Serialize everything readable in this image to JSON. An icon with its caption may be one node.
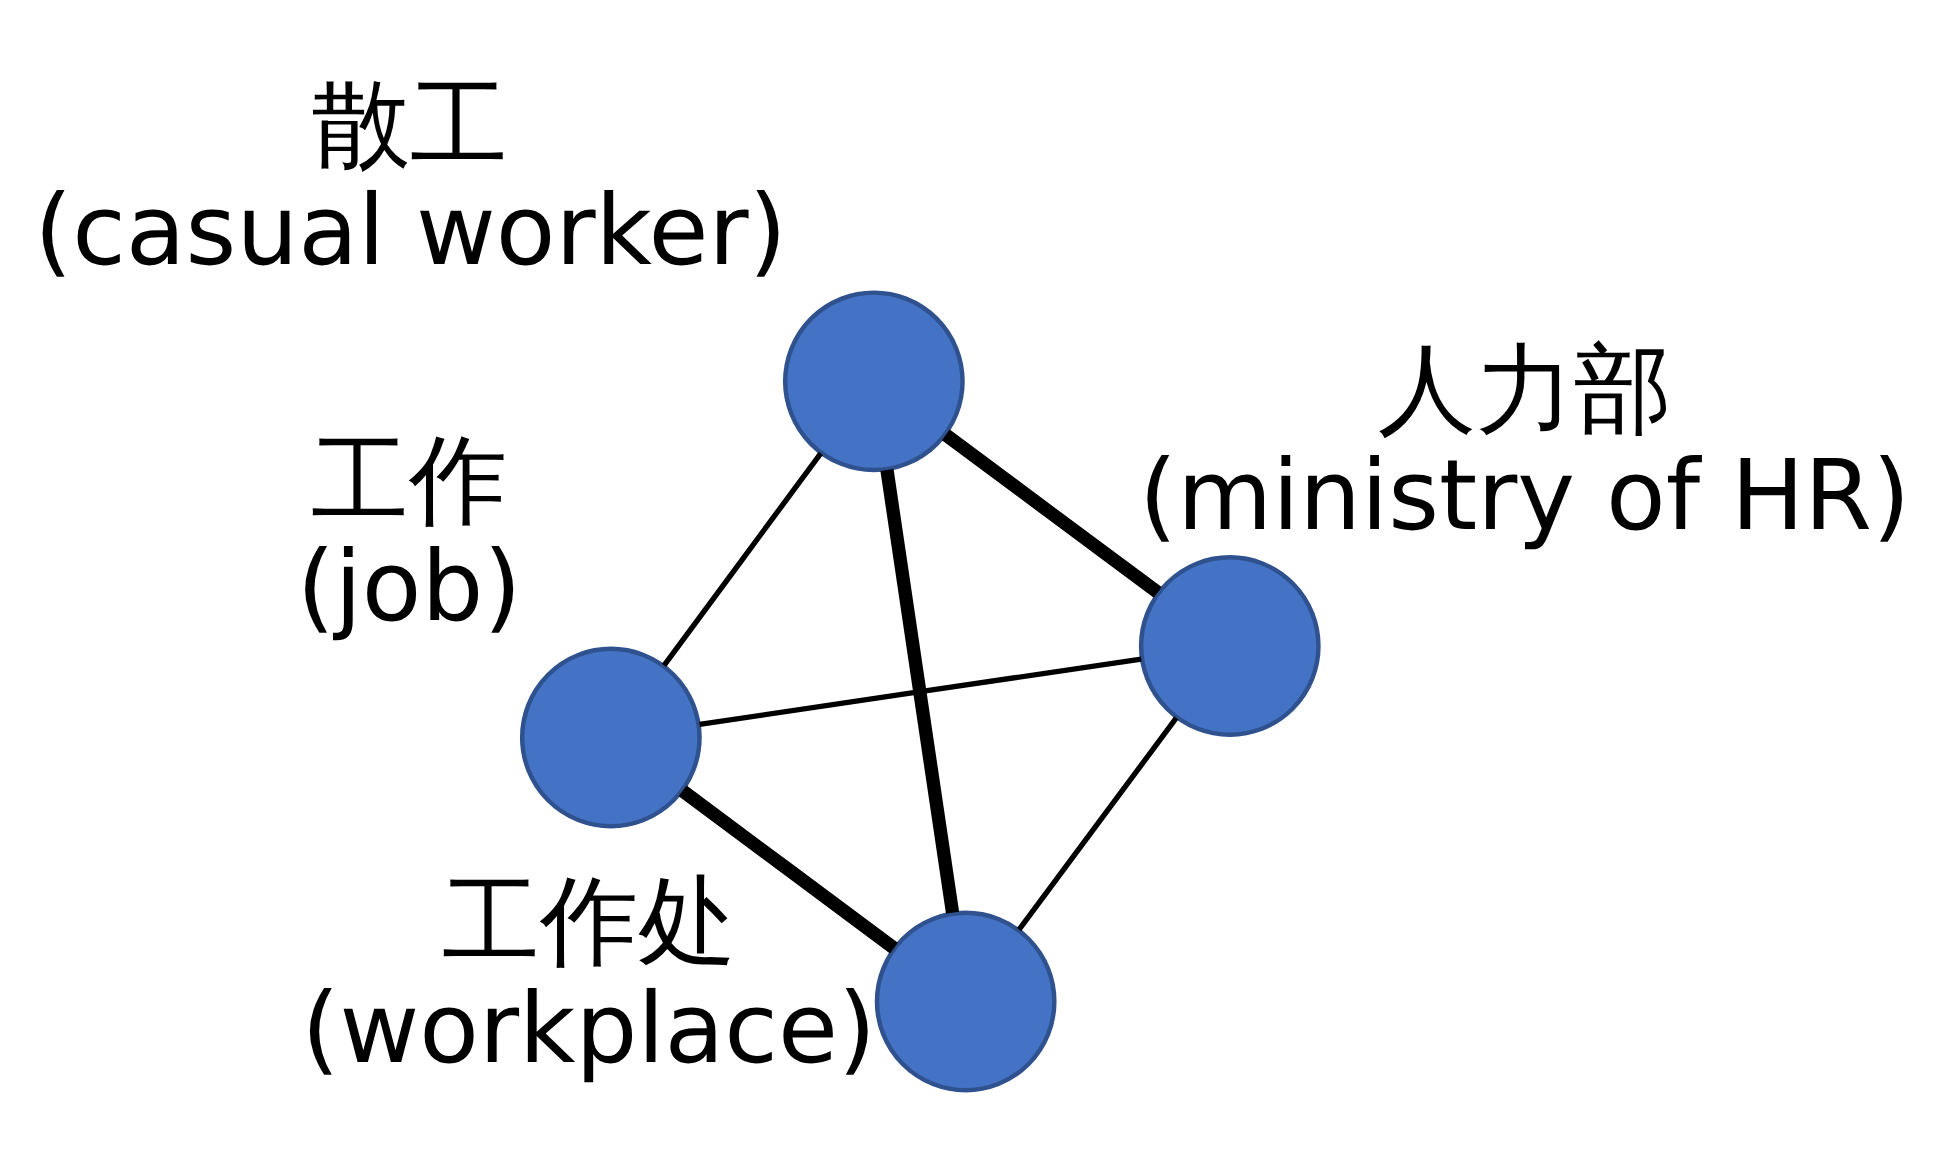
{
  "diagram": {
    "nodes": [
      {
        "text": [],
        "shape": "circle",
        "beside": [
          "工作",
          "(job)"
        ]
      },
      {
        "text": [],
        "shape": "circle",
        "beside": [
          "人力部",
          "(ministry of HR)"
        ]
      },
      {
        "text": [],
        "shape": "circle",
        "beside": [
          "工作处",
          "(workplace)"
        ]
      },
      {
        "text": [],
        "shape": "circle",
        "beside": [
          "散工",
          "(casual worker)"
        ]
      }
    ],
    "edges": [
      {
        "from": 0,
        "to": 1,
        "arrow": "none"
      },
      {
        "from": 0,
        "to": 2,
        "arrow": "none",
        "style": "thick"
      },
      {
        "from": 0,
        "to": 3,
        "arrow": "none"
      },
      {
        "from": 1,
        "to": 2,
        "arrow": "none"
      },
      {
        "from": 1,
        "to": 3,
        "arrow": "none",
        "style": "thick"
      },
      {
        "from": 2,
        "to": 3,
        "arrow": "none",
        "style": "thick"
      }
    ]
  }
}
